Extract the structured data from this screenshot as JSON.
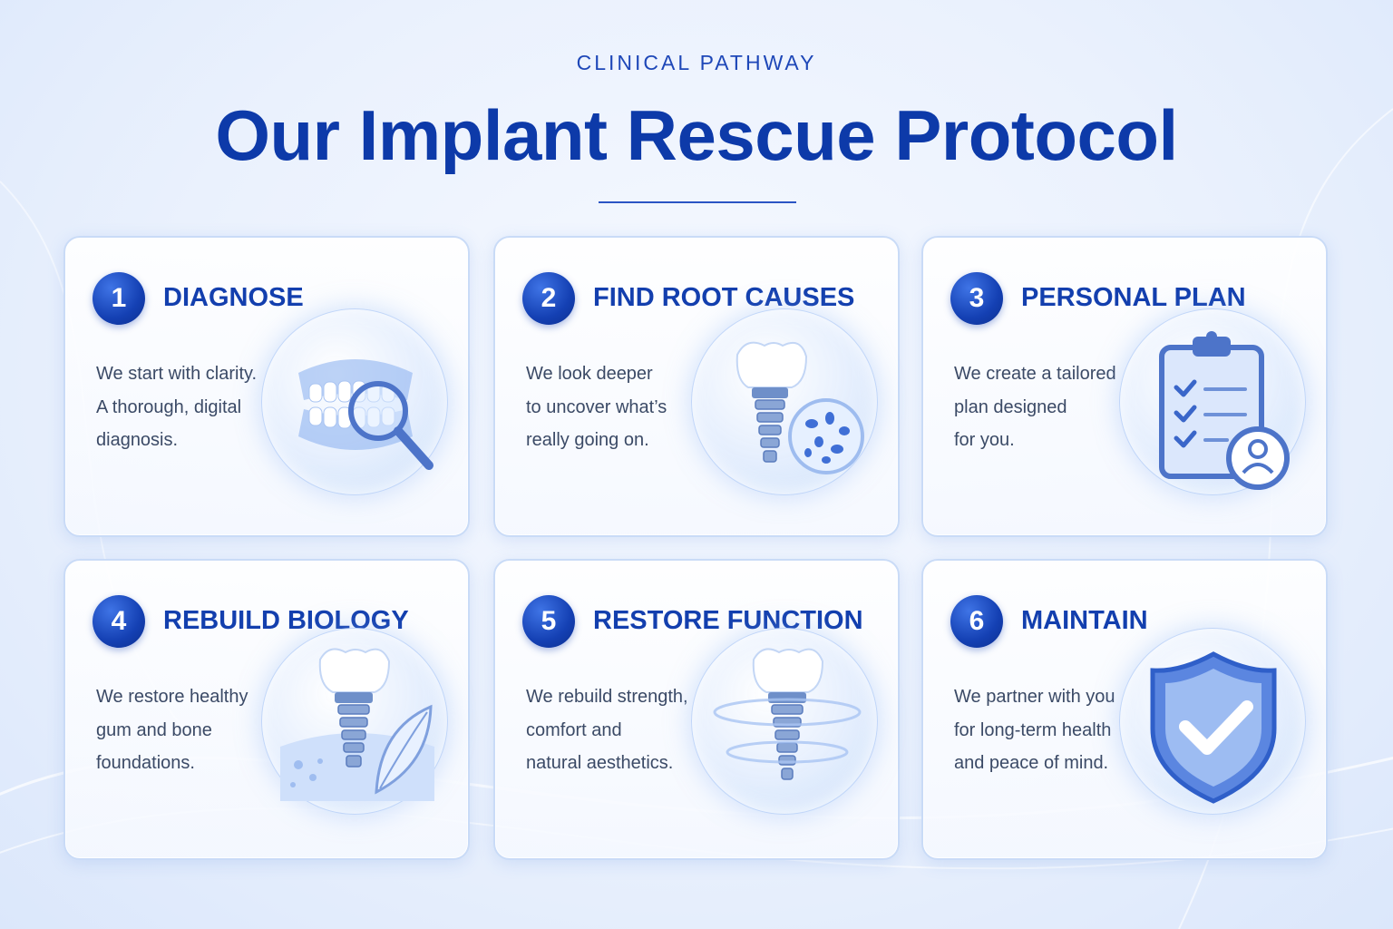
{
  "header": {
    "eyebrow": "CLINICAL PATHWAY",
    "title": "Our Implant Rescue Protocol"
  },
  "steps": [
    {
      "number": "1",
      "title": "DIAGNOSE",
      "lines": [
        "We start with clarity.",
        "A thorough, digital",
        "diagnosis."
      ],
      "icon": "teeth-magnifier-icon"
    },
    {
      "number": "2",
      "title": "FIND ROOT CAUSES",
      "lines": [
        "We look deeper",
        "to uncover what’s",
        "really going on."
      ],
      "icon": "implant-bacteria-icon"
    },
    {
      "number": "3",
      "title": "PERSONAL PLAN",
      "lines": [
        "We create a tailored",
        "plan designed",
        "for you."
      ],
      "icon": "clipboard-checklist-icon"
    },
    {
      "number": "4",
      "title": "REBUILD BIOLOGY",
      "lines": [
        "We restore healthy",
        "gum and bone",
        "foundations."
      ],
      "icon": "implant-leaf-icon"
    },
    {
      "number": "5",
      "title": "RESTORE FUNCTION",
      "lines": [
        "We rebuild strength,",
        "comfort and",
        "natural aesthetics."
      ],
      "icon": "implant-rings-icon"
    },
    {
      "number": "6",
      "title": "MAINTAIN",
      "lines": [
        "We partner with you",
        "for long-term health",
        "and peace of mind."
      ],
      "icon": "shield-check-icon"
    }
  ],
  "colors": {
    "primary": "#133fae",
    "accent": "#2b5fd9",
    "background": "#eaf1fd"
  }
}
